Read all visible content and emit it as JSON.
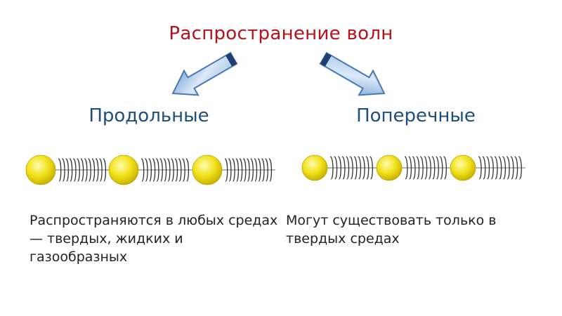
{
  "title": "Распространение волн",
  "branches": [
    {
      "heading": "Продольные",
      "description": "Распространяются в любых средах — твердых, жидких и газообразных"
    },
    {
      "heading": "Поперечные",
      "description": "Могут существовать только в твердых средах"
    }
  ],
  "colors": {
    "title": "#b5121b",
    "heading": "#1f4e79",
    "ball": "#f2e21a",
    "arrow_fill": "#b8d4ee",
    "arrow_stroke": "#4a79b3"
  }
}
